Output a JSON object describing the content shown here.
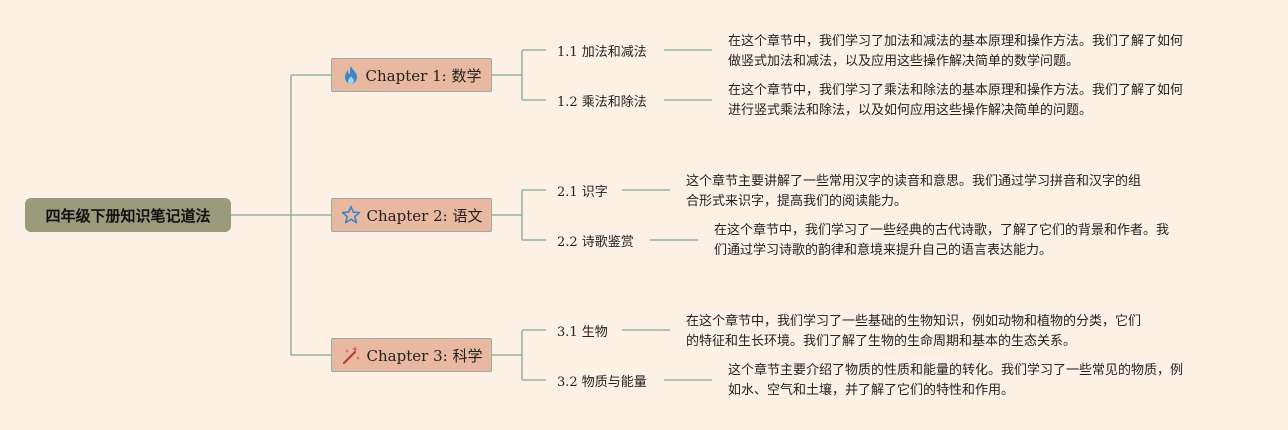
{
  "root": {
    "label": "四年级下册知识笔记道法"
  },
  "chapters": [
    {
      "label": "Chapter 1: 数学",
      "icon": "fire-icon",
      "topics": [
        {
          "label": "1.1 加法和减法",
          "desc": [
            "在这个章节中，我们学习了加法和减法的基本原理和操作方法。我们了解了如何",
            "做竖式加法和减法，以及应用这些操作解决简单的数学问题。"
          ]
        },
        {
          "label": "1.2 乘法和除法",
          "desc": [
            "在这个章节中，我们学习了乘法和除法的基本原理和操作方法。我们了解了如何",
            "进行竖式乘法和除法，以及如何应用这些操作解决简单的问题。"
          ]
        }
      ]
    },
    {
      "label": "Chapter 2: 语文",
      "icon": "star-icon",
      "topics": [
        {
          "label": "2.1 识字",
          "desc": [
            "这个章节主要讲解了一些常用汉字的读音和意思。我们通过学习拼音和汉字的组",
            "合形式来识字，提高我们的阅读能力。"
          ]
        },
        {
          "label": "2.2 诗歌鉴赏",
          "desc": [
            "在这个章节中，我们学习了一些经典的古代诗歌，了解了它们的背景和作者。我",
            "们通过学习诗歌的韵律和意境来提升自己的语言表达能力。"
          ]
        }
      ]
    },
    {
      "label": "Chapter 3: 科学",
      "icon": "magic-wand-icon",
      "topics": [
        {
          "label": "3.1 生物",
          "desc": [
            "在这个章节中，我们学习了一些基础的生物知识，例如动物和植物的分类，它们",
            "的特征和生长环境。我们了解了生物的生命周期和基本的生态关系。"
          ]
        },
        {
          "label": "3.2 物质与能量",
          "desc": [
            "这个章节主要介绍了物质的性质和能量的转化。我们学习了一些常见的物质，例",
            "如水、空气和土壤，并了解了它们的特性和作用。"
          ]
        }
      ]
    }
  ],
  "colors": {
    "line": "#7fa79a",
    "root_bg": "#9a9a7c",
    "chapter_bg": "#e8b9a0",
    "background": "#fdf1e6"
  }
}
